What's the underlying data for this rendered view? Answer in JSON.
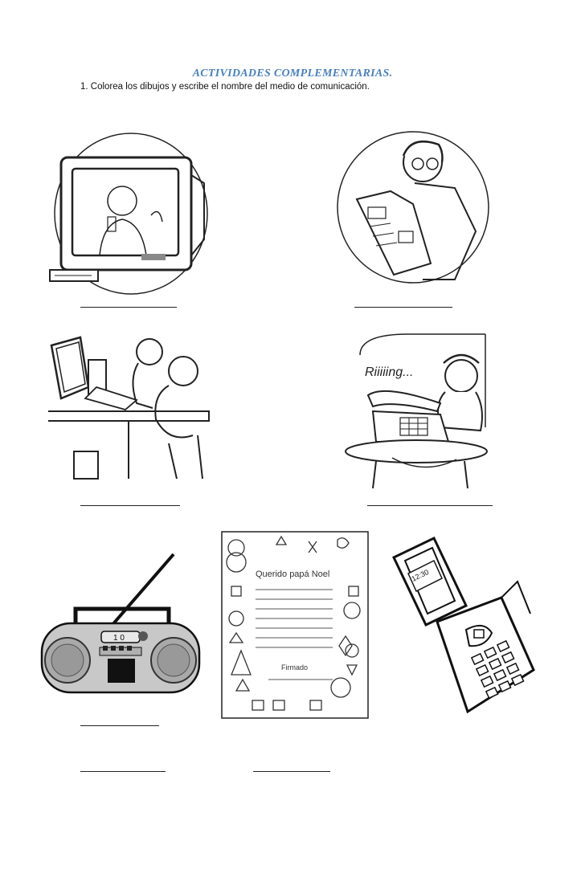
{
  "heading": {
    "title": "ACTIVIDADES COMPLEMENTARIAS.",
    "instruction": "1. Colorea los dibujos y escribe el nombre del medio de comunicación.",
    "accent_color": "#4b82b8"
  },
  "pictures": {
    "television": {
      "icon": "television-icon"
    },
    "newspaper": {
      "icon": "newspaper-reader-icon"
    },
    "computer": {
      "icon": "computer-children-icon"
    },
    "telephone": {
      "icon": "telephone-girl-icon"
    },
    "radio": {
      "icon": "radio-boombox-icon",
      "display": "1 0"
    },
    "letter": {
      "icon": "letter-icon",
      "greeting": "Querido papá Noel",
      "signature": "Firmado"
    },
    "mobile": {
      "icon": "mobile-phone-icon",
      "screen": "12:30"
    }
  }
}
